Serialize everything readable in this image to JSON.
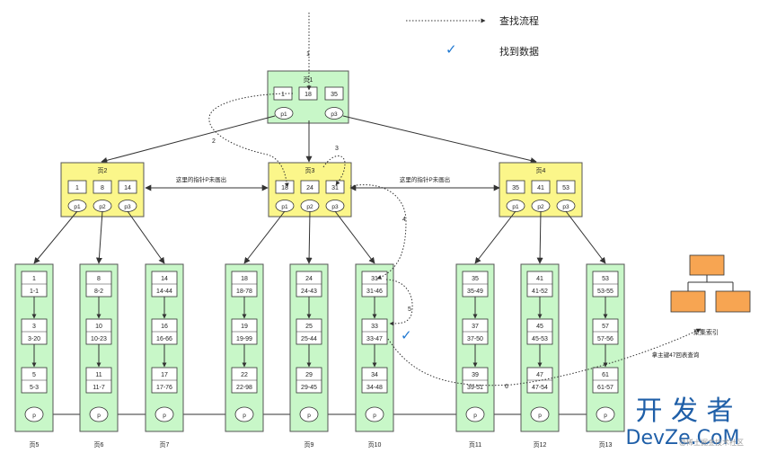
{
  "legend": {
    "search_flow": "查找流程",
    "found_data": "找到数据",
    "checkmark": "✓"
  },
  "root": {
    "label": "页1",
    "keys": [
      "1",
      "18",
      "35"
    ],
    "pointers": [
      "p1",
      "p3"
    ]
  },
  "internal": [
    {
      "label": "页2",
      "keys": [
        "1",
        "8",
        "14"
      ],
      "pointers": [
        "p1",
        "p2",
        "p3"
      ]
    },
    {
      "label": "页3",
      "keys": [
        "18",
        "24",
        "31"
      ],
      "pointers": [
        "p1",
        "p2",
        "p3"
      ]
    },
    {
      "label": "页4",
      "keys": [
        "35",
        "41",
        "53"
      ],
      "pointers": [
        "p1",
        "p2",
        "p3"
      ]
    }
  ],
  "leaves": [
    {
      "label": "页5",
      "rows": [
        [
          "1",
          "1-1"
        ],
        [
          "3",
          "3-20"
        ],
        [
          "5",
          "5-3"
        ]
      ]
    },
    {
      "label": "页6",
      "rows": [
        [
          "8",
          "8-2"
        ],
        [
          "10",
          "10-23"
        ],
        [
          "11",
          "11-7"
        ]
      ]
    },
    {
      "label": "页7",
      "rows": [
        [
          "14",
          "14-44"
        ],
        [
          "16",
          "16-66"
        ],
        [
          "17",
          "17-76"
        ]
      ]
    },
    {
      "label": "",
      "rows": [
        [
          "18",
          "18-78"
        ],
        [
          "19",
          "19-99"
        ],
        [
          "22",
          "22-98"
        ]
      ]
    },
    {
      "label": "页9",
      "rows": [
        [
          "24",
          "24-43"
        ],
        [
          "25",
          "25-44"
        ],
        [
          "29",
          "29-45"
        ]
      ]
    },
    {
      "label": "页10",
      "rows": [
        [
          "31",
          "31-46"
        ],
        [
          "33",
          "33-47"
        ],
        [
          "34",
          "34-48"
        ]
      ]
    },
    {
      "label": "页11",
      "rows": [
        [
          "35",
          "35-49"
        ],
        [
          "37",
          "37-50"
        ],
        [
          "39",
          "39-51"
        ]
      ]
    },
    {
      "label": "页12",
      "rows": [
        [
          "41",
          "41-52"
        ],
        [
          "45",
          "45-53"
        ],
        [
          "47",
          "47-54"
        ]
      ]
    },
    {
      "label": "页13",
      "rows": [
        [
          "53",
          "53-55"
        ],
        [
          "57",
          "57-56"
        ],
        [
          "61",
          "61-57"
        ]
      ]
    }
  ],
  "leaf_pointer": "p",
  "annotations": {
    "left_note": "这里的指针P未画出",
    "right_note": "这里的指针P未画出",
    "index_label": "聚集索引",
    "lookup_note": "拿主键47回表查询"
  },
  "steps": [
    "1",
    "2",
    "3",
    "4",
    "5",
    "6"
  ],
  "watermark": {
    "line1": "开 发 者",
    "line2": "DevZe.CoM",
    "line3": "@稀土掘金技术社区"
  },
  "colors": {
    "leaf_fill": "#c8f7c8",
    "internal_fill": "#fbf68a",
    "root_fill": "#c8f7c8",
    "index_icon_fill": "#f7a552",
    "check_color": "#1f78d1",
    "watermark_color": "#1f5fa8"
  }
}
